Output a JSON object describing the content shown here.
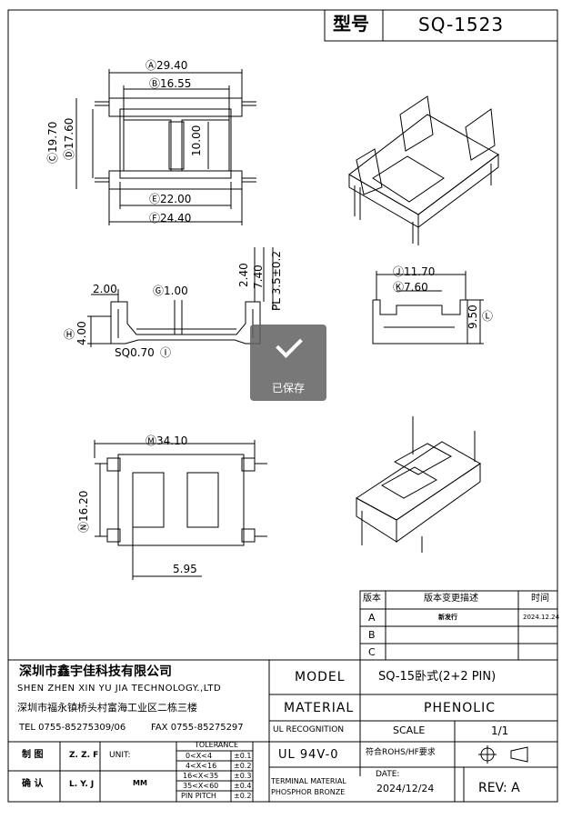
{
  "header": {
    "type_label": "型号",
    "type_value": "SQ-1523"
  },
  "top_view": {
    "dim_A": "Ⓐ29.40",
    "dim_B": "Ⓑ16.55",
    "dim_C": "Ⓒ19.70",
    "dim_D": "Ⓓ17.60",
    "dim_inner": "10.00",
    "dim_E": "Ⓔ22.00",
    "dim_F": "Ⓕ24.40"
  },
  "side_view": {
    "dim_left": "2.00",
    "dim_G": "Ⓖ1.00",
    "dim_240": "2.40",
    "dim_740": "7.40",
    "dim_PL": "PL 3.5±0.2",
    "dim_H": "Ⓗ",
    "dim_400": "4.00",
    "dim_SQ": "SQ0.70",
    "dim_I": "Ⓘ"
  },
  "end_view": {
    "dim_J": "Ⓙ11.70",
    "dim_K": "Ⓚ7.60",
    "dim_950": "9.50",
    "dim_L": "Ⓛ"
  },
  "bottom_view": {
    "dim_M": "Ⓜ34.10",
    "dim_N": "Ⓝ16.20",
    "dim_595": "5.95"
  },
  "saved_toast": {
    "label": "已保存"
  },
  "revision_table": {
    "headers": [
      "版本",
      "版本变更描述",
      "时间"
    ],
    "rows": [
      {
        "ver": "A",
        "desc": "新发行",
        "date": "2024.12.24"
      },
      {
        "ver": "B",
        "desc": "",
        "date": ""
      },
      {
        "ver": "C",
        "desc": "",
        "date": ""
      }
    ]
  },
  "title_block": {
    "company_cn": "深圳市鑫宇佳科技有限公司",
    "company_en": "SHEN ZHEN XIN YU JIA TECHNOLOGY.,LTD",
    "address": "深圳市福永镇桥头村富海工业区二栋三楼",
    "tel": "TEL 0755-85275309/06",
    "fax": "FAX 0755-85275297",
    "made_label": "制 图",
    "made_by": "Z. Z. F",
    "check_label": "确 认",
    "checked_by": "L. Y. J",
    "unit_label": "UNIT:",
    "unit_value": "MM",
    "tolerance_title": "TOLERANCE",
    "tolerances": [
      {
        "range": "0<X<4",
        "tol": "±0.1"
      },
      {
        "range": "4<X<16",
        "tol": "±0.2"
      },
      {
        "range": "16<X<35",
        "tol": "±0.3"
      },
      {
        "range": "35<X<60",
        "tol": "±0.4"
      },
      {
        "range": "PIN PITCH",
        "tol": "±0.2"
      }
    ],
    "model_label": "MODEL",
    "model_value": "SQ-15卧式(2+2 PIN)",
    "material_label": "MATERIAL",
    "material_value": "PHENOLIC",
    "ul_recog_label": "UL RECOGNITION",
    "scale_label": "SCALE",
    "scale_value": "1/1",
    "ul_value": "UL 94V-0",
    "rohs": "符合ROHS/HF要求",
    "terminal_line1": "TERMINAL MATERIAL",
    "terminal_line2": "PHOSPHOR BRONZE",
    "date_label": "DATE:",
    "date_value": "2024/12/24",
    "rev": "REV: A"
  }
}
